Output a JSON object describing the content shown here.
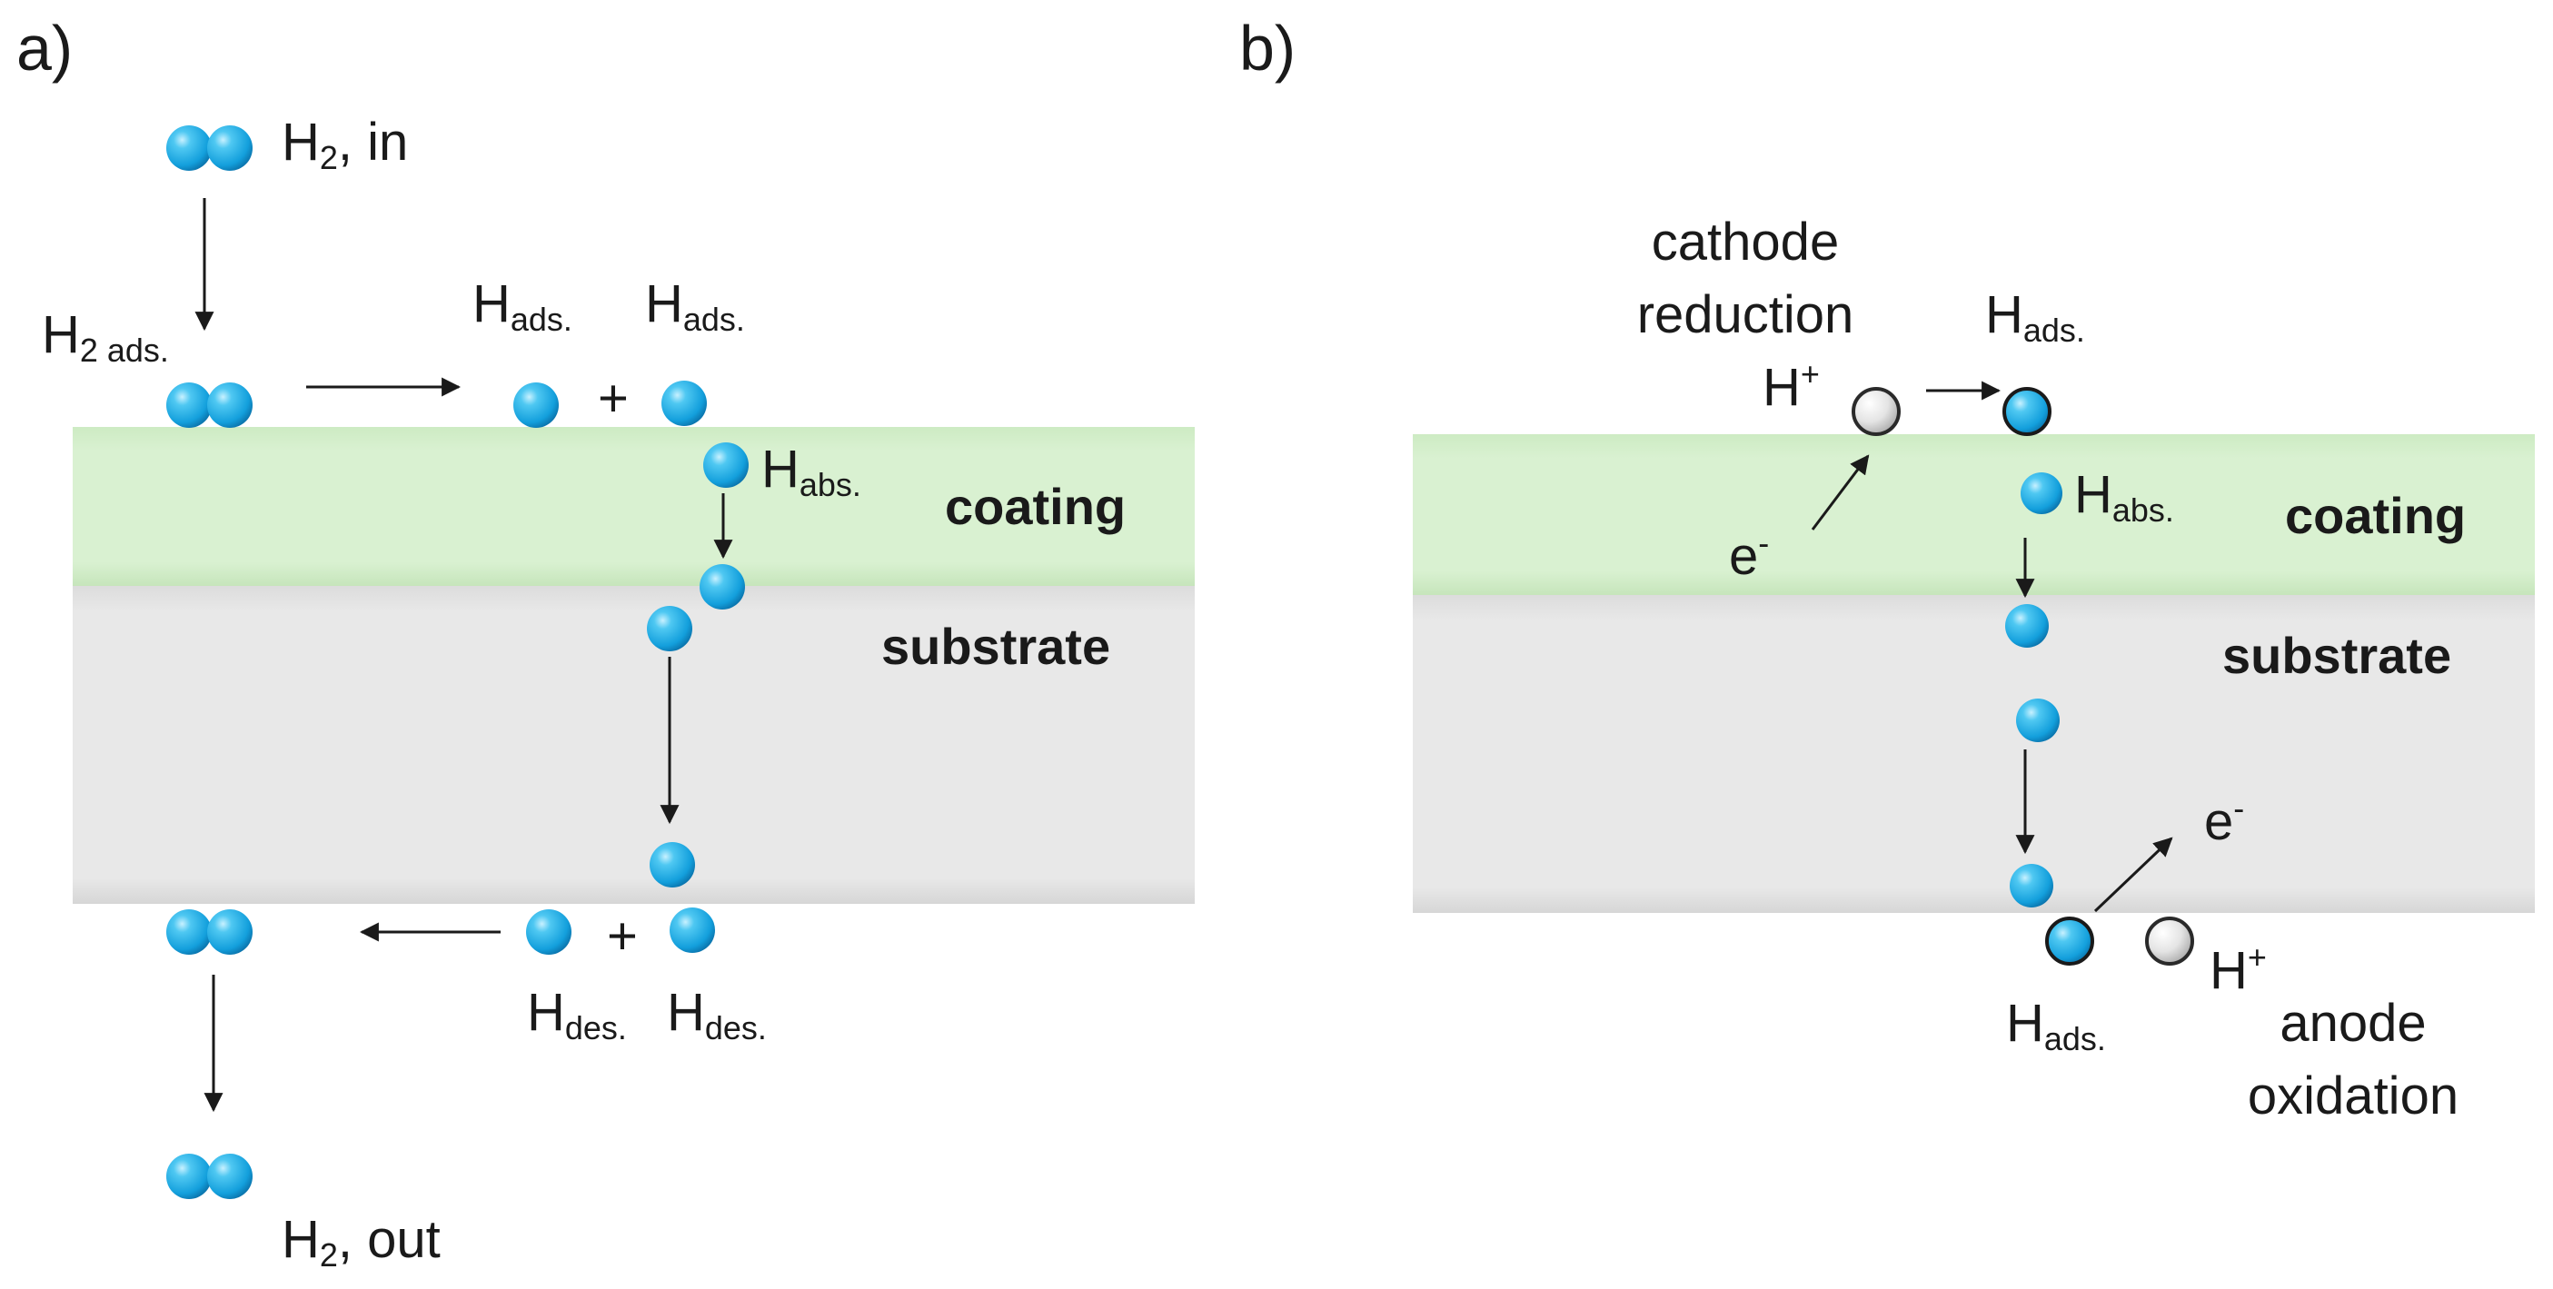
{
  "panel_a": {
    "letter": "a)",
    "h2_in": {
      "main": "H",
      "sub": "2",
      "tail": ", in"
    },
    "h2_ads": {
      "main": "H",
      "sub": "2 ads."
    },
    "hads_1": {
      "main": "H",
      "sub": "ads."
    },
    "hads_2": {
      "main": "H",
      "sub": "ads."
    },
    "plus_top": "+",
    "habs": {
      "main": "H",
      "sub": "abs."
    },
    "coating": "coating",
    "substrate": "substrate",
    "plus_bottom": "+",
    "hdes_1": {
      "main": "H",
      "sub": "des."
    },
    "hdes_2": {
      "main": "H",
      "sub": "des."
    },
    "h2_out": {
      "main": "H",
      "sub": "2",
      "tail": ", out"
    }
  },
  "panel_b": {
    "letter": "b)",
    "cathode_line1": "cathode",
    "cathode_line2": "reduction",
    "hplus_top": {
      "main": "H",
      "sup": "+"
    },
    "hads_top": {
      "main": "H",
      "sub": "ads."
    },
    "e_top": {
      "main": "e",
      "sup": "-"
    },
    "habs": {
      "main": "H",
      "sub": "abs."
    },
    "coating": "coating",
    "substrate": "substrate",
    "e_bottom": {
      "main": "e",
      "sup": "-"
    },
    "hplus_bottom": {
      "main": "H",
      "sup": "+"
    },
    "hads_bottom": {
      "main": "H",
      "sub": "ads."
    },
    "anode_line1": "anode",
    "anode_line2": "oxidation"
  },
  "colors": {
    "coating": "#d8f0d0",
    "substrate": "#e6e6e6",
    "hydrogen": "#1eaae2",
    "proton": "#e8e8e8"
  }
}
